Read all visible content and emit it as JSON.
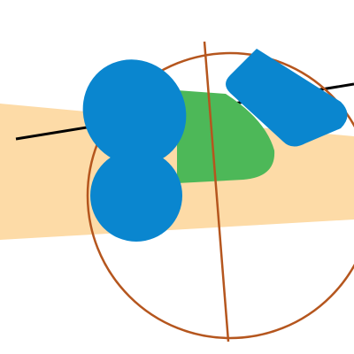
{
  "canvas": {
    "background": "#ffffff"
  },
  "colors": {
    "band": "#fddba7",
    "black_line": "#000000",
    "circle_stroke": "#b5561e",
    "green": "#4db858",
    "blue": "#0a86cf"
  },
  "shapes": [
    {
      "name": "peach-band",
      "kind": "band"
    },
    {
      "name": "black-line",
      "kind": "line"
    },
    {
      "name": "brown-circle",
      "kind": "circle"
    },
    {
      "name": "brown-diameter-line",
      "kind": "line"
    },
    {
      "name": "green-blob",
      "kind": "blob"
    },
    {
      "name": "blue-top-left-ellipse",
      "kind": "ellipse"
    },
    {
      "name": "blue-bottom-circle",
      "kind": "circle"
    },
    {
      "name": "blue-rounded-rectangle",
      "kind": "rounded-rectangle"
    }
  ]
}
